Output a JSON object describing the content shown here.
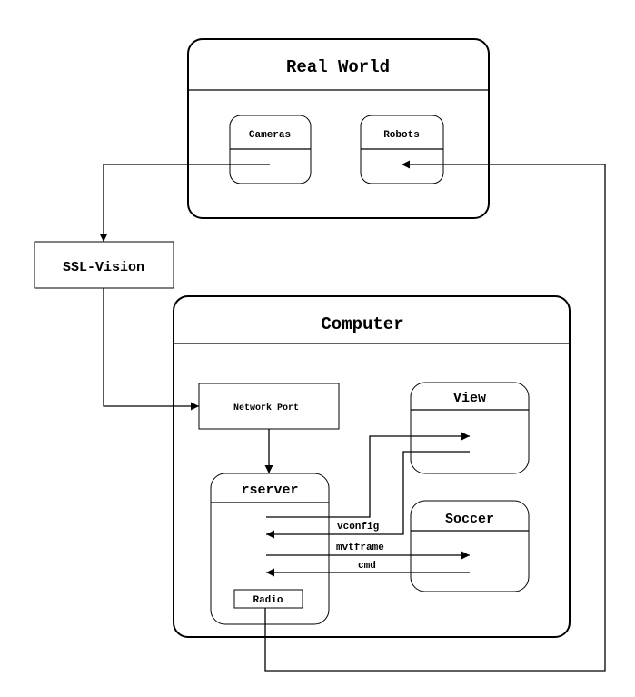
{
  "diagram": {
    "real_world": {
      "title": "Real World"
    },
    "cameras": {
      "label": "Cameras"
    },
    "robots": {
      "label": "Robots"
    },
    "ssl_vision": {
      "label": "SSL-Vision"
    },
    "computer": {
      "title": "Computer"
    },
    "network_port": {
      "label": "Network Port"
    },
    "view": {
      "label": "View"
    },
    "rserver": {
      "label": "rserver"
    },
    "radio": {
      "label": "Radio"
    },
    "soccer": {
      "label": "Soccer"
    },
    "edges": {
      "vconfig": "vconfig",
      "mvtframe": "mvtframe",
      "cmd": "cmd"
    }
  }
}
